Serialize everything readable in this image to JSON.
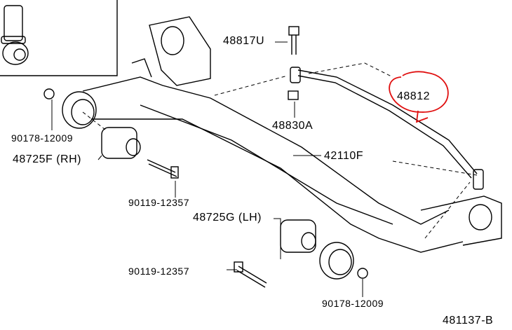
{
  "title": "Rear axle beam parts diagram",
  "labels": {
    "p48817U": "48817U",
    "p48812": "48812",
    "p48830A": "48830A",
    "p42110F": "42110F",
    "p90178_top": "90178-12009",
    "p48725F": "48725F (RH)",
    "p90119_top": "90119-12357",
    "p48725G": "48725G (LH)",
    "p90119_bottom": "90119-12357",
    "p90178_bottom": "90178-12009",
    "diagram_id": "481137-B"
  },
  "colors": {
    "line": "#000000",
    "annotation": "#e01010"
  }
}
